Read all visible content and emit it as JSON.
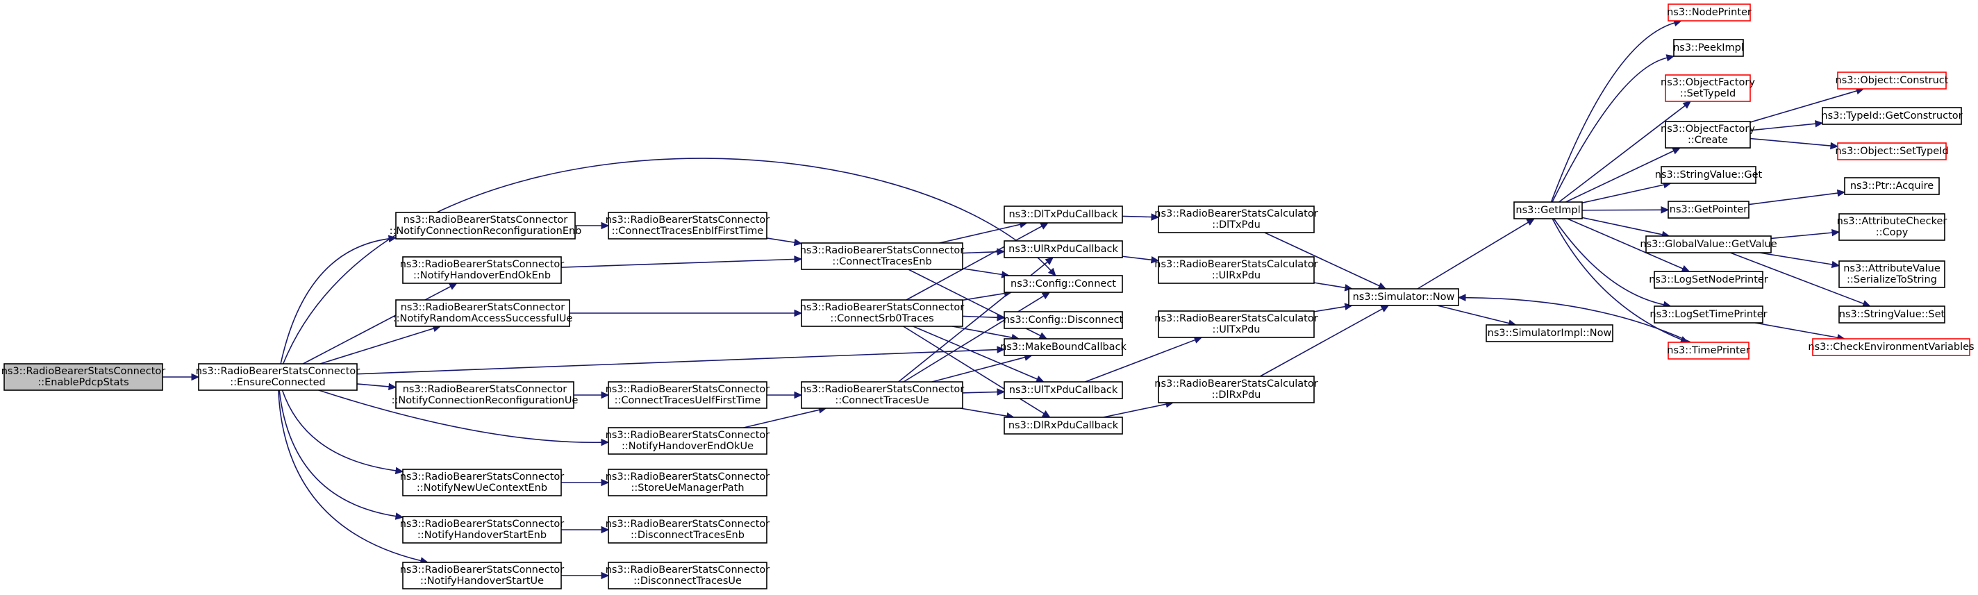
{
  "graph": {
    "title": "",
    "edge_color": "#191970",
    "root_fill": "#bfbfbf",
    "truncated_border_color": "#ff0000",
    "nodes": [
      {
        "id": "enablePdcp",
        "lines": [
          "ns3::RadioBearerStatsConnector",
          "::EnablePdcpStats"
        ],
        "kind": "root"
      },
      {
        "id": "ensure",
        "lines": [
          "ns3::RadioBearerStatsConnector",
          "::EnsureConnected"
        ],
        "kind": "normal"
      },
      {
        "id": "notifyConnRecEnb",
        "lines": [
          "ns3::RadioBearerStatsConnector",
          "::NotifyConnectionReconfigurationEnb"
        ],
        "kind": "normal"
      },
      {
        "id": "notifyHoEndEnb",
        "lines": [
          "ns3::RadioBearerStatsConnector",
          "::NotifyHandoverEndOkEnb"
        ],
        "kind": "normal"
      },
      {
        "id": "notifyRandAcc",
        "lines": [
          "ns3::RadioBearerStatsConnector",
          "::NotifyRandomAccessSuccessfulUe"
        ],
        "kind": "normal"
      },
      {
        "id": "notifyConnRecUe",
        "lines": [
          "ns3::RadioBearerStatsConnector",
          "::NotifyConnectionReconfigurationUe"
        ],
        "kind": "normal"
      },
      {
        "id": "notifyNewUe",
        "lines": [
          "ns3::RadioBearerStatsConnector",
          "::NotifyNewUeContextEnb"
        ],
        "kind": "normal"
      },
      {
        "id": "notifyHoStartEnb",
        "lines": [
          "ns3::RadioBearerStatsConnector",
          "::NotifyHandoverStartEnb"
        ],
        "kind": "normal"
      },
      {
        "id": "notifyHoStartUe",
        "lines": [
          "ns3::RadioBearerStatsConnector",
          "::NotifyHandoverStartUe"
        ],
        "kind": "normal"
      },
      {
        "id": "connEnbIf",
        "lines": [
          "ns3::RadioBearerStatsConnector",
          "::ConnectTracesEnbIfFirstTime"
        ],
        "kind": "normal"
      },
      {
        "id": "connUeIf",
        "lines": [
          "ns3::RadioBearerStatsConnector",
          "::ConnectTracesUeIfFirstTime"
        ],
        "kind": "normal"
      },
      {
        "id": "notifyHoEndUe",
        "lines": [
          "ns3::RadioBearerStatsConnector",
          "::NotifyHandoverEndOkUe"
        ],
        "kind": "normal"
      },
      {
        "id": "storeUe",
        "lines": [
          "ns3::RadioBearerStatsConnector",
          "::StoreUeManagerPath"
        ],
        "kind": "normal"
      },
      {
        "id": "discEnb",
        "lines": [
          "ns3::RadioBearerStatsConnector",
          "::DisconnectTracesEnb"
        ],
        "kind": "normal"
      },
      {
        "id": "discUe",
        "lines": [
          "ns3::RadioBearerStatsConnector",
          "::DisconnectTracesUe"
        ],
        "kind": "normal"
      },
      {
        "id": "connEnb",
        "lines": [
          "ns3::RadioBearerStatsConnector",
          "::ConnectTracesEnb"
        ],
        "kind": "normal"
      },
      {
        "id": "connSrb0",
        "lines": [
          "ns3::RadioBearerStatsConnector",
          "::ConnectSrb0Traces"
        ],
        "kind": "normal"
      },
      {
        "id": "connUe",
        "lines": [
          "ns3::RadioBearerStatsConnector",
          "::ConnectTracesUe"
        ],
        "kind": "normal"
      },
      {
        "id": "dlTxCb",
        "lines": [
          "ns3::DlTxPduCallback"
        ],
        "kind": "normal"
      },
      {
        "id": "ulRxCb",
        "lines": [
          "ns3::UlRxPduCallback"
        ],
        "kind": "normal"
      },
      {
        "id": "cfgConnect",
        "lines": [
          "ns3::Config::Connect"
        ],
        "kind": "normal"
      },
      {
        "id": "cfgDisconnect",
        "lines": [
          "ns3::Config::Disconnect"
        ],
        "kind": "normal"
      },
      {
        "id": "makeBound",
        "lines": [
          "ns3::MakeBoundCallback"
        ],
        "kind": "normal"
      },
      {
        "id": "ulTxCb",
        "lines": [
          "ns3::UlTxPduCallback"
        ],
        "kind": "normal"
      },
      {
        "id": "dlRxCb",
        "lines": [
          "ns3::DlRxPduCallback"
        ],
        "kind": "normal"
      },
      {
        "id": "calcDlTx",
        "lines": [
          "ns3::RadioBearerStatsCalculator",
          "::DlTxPdu"
        ],
        "kind": "normal"
      },
      {
        "id": "calcUlRx",
        "lines": [
          "ns3::RadioBearerStatsCalculator",
          "::UlRxPdu"
        ],
        "kind": "normal"
      },
      {
        "id": "calcUlTx",
        "lines": [
          "ns3::RadioBearerStatsCalculator",
          "::UlTxPdu"
        ],
        "kind": "normal"
      },
      {
        "id": "calcDlRx",
        "lines": [
          "ns3::RadioBearerStatsCalculator",
          "::DlRxPdu"
        ],
        "kind": "normal"
      },
      {
        "id": "simNow",
        "lines": [
          "ns3::Simulator::Now"
        ],
        "kind": "normal"
      },
      {
        "id": "simImplNow",
        "lines": [
          "ns3::SimulatorImpl::Now"
        ],
        "kind": "normal"
      },
      {
        "id": "getImpl",
        "lines": [
          "ns3::GetImpl"
        ],
        "kind": "normal"
      },
      {
        "id": "nodePrinter",
        "lines": [
          "ns3::NodePrinter"
        ],
        "kind": "trunc"
      },
      {
        "id": "peekImpl",
        "lines": [
          "ns3::PeekImpl"
        ],
        "kind": "normal"
      },
      {
        "id": "ofSetTypeId",
        "lines": [
          "ns3::ObjectFactory",
          "::SetTypeId"
        ],
        "kind": "trunc"
      },
      {
        "id": "ofCreate",
        "lines": [
          "ns3::ObjectFactory",
          "::Create"
        ],
        "kind": "normal"
      },
      {
        "id": "strValGet",
        "lines": [
          "ns3::StringValue::Get"
        ],
        "kind": "normal"
      },
      {
        "id": "getPointer",
        "lines": [
          "ns3::GetPointer"
        ],
        "kind": "normal"
      },
      {
        "id": "gvGetValue",
        "lines": [
          "ns3::GlobalValue::GetValue"
        ],
        "kind": "normal"
      },
      {
        "id": "logSetNode",
        "lines": [
          "ns3::LogSetNodePrinter"
        ],
        "kind": "normal"
      },
      {
        "id": "logSetTime",
        "lines": [
          "ns3::LogSetTimePrinter"
        ],
        "kind": "normal"
      },
      {
        "id": "timePrinter",
        "lines": [
          "ns3::TimePrinter"
        ],
        "kind": "trunc"
      },
      {
        "id": "objConstruct",
        "lines": [
          "ns3::Object::Construct"
        ],
        "kind": "trunc"
      },
      {
        "id": "tidGetCtor",
        "lines": [
          "ns3::TypeId::GetConstructor"
        ],
        "kind": "normal"
      },
      {
        "id": "objSetTypeId",
        "lines": [
          "ns3::Object::SetTypeId"
        ],
        "kind": "trunc"
      },
      {
        "id": "ptrAcquire",
        "lines": [
          "ns3::Ptr::Acquire"
        ],
        "kind": "normal"
      },
      {
        "id": "attrCheckerCopy",
        "lines": [
          "ns3::AttributeChecker",
          "::Copy"
        ],
        "kind": "normal"
      },
      {
        "id": "attrValSer",
        "lines": [
          "ns3::AttributeValue",
          "::SerializeToString"
        ],
        "kind": "normal"
      },
      {
        "id": "strValSet",
        "lines": [
          "ns3::StringValue::Set"
        ],
        "kind": "normal"
      },
      {
        "id": "checkEnv",
        "lines": [
          "ns3::CheckEnvironmentVariables"
        ],
        "kind": "trunc"
      }
    ],
    "edges": [
      [
        "enablePdcp",
        "ensure"
      ],
      [
        "ensure",
        "notifyConnRecEnb"
      ],
      [
        "ensure",
        "notifyHoEndEnb"
      ],
      [
        "ensure",
        "notifyRandAcc"
      ],
      [
        "ensure",
        "notifyConnRecUe"
      ],
      [
        "ensure",
        "notifyNewUe"
      ],
      [
        "ensure",
        "notifyHoStartEnb"
      ],
      [
        "ensure",
        "notifyHoStartUe"
      ],
      [
        "ensure",
        "notifyHoEndUe"
      ],
      [
        "ensure",
        "cfgConnect"
      ],
      [
        "ensure",
        "makeBound"
      ],
      [
        "notifyConnRecEnb",
        "connEnbIf"
      ],
      [
        "notifyHoEndEnb",
        "connEnb"
      ],
      [
        "notifyRandAcc",
        "connSrb0"
      ],
      [
        "notifyConnRecUe",
        "connUeIf"
      ],
      [
        "notifyHoEndUe",
        "connUe"
      ],
      [
        "notifyNewUe",
        "storeUe"
      ],
      [
        "notifyHoStartEnb",
        "discEnb"
      ],
      [
        "notifyHoStartUe",
        "discUe"
      ],
      [
        "connEnbIf",
        "connEnb"
      ],
      [
        "connUeIf",
        "connUe"
      ],
      [
        "connEnb",
        "dlTxCb"
      ],
      [
        "connEnb",
        "ulRxCb"
      ],
      [
        "connEnb",
        "cfgConnect"
      ],
      [
        "connEnb",
        "makeBound"
      ],
      [
        "connSrb0",
        "dlTxCb"
      ],
      [
        "connSrb0",
        "cfgConnect"
      ],
      [
        "connSrb0",
        "cfgDisconnect"
      ],
      [
        "connSrb0",
        "makeBound"
      ],
      [
        "connSrb0",
        "ulTxCb"
      ],
      [
        "connSrb0",
        "dlRxCb"
      ],
      [
        "connUe",
        "ulRxCb"
      ],
      [
        "connUe",
        "cfgConnect"
      ],
      [
        "connUe",
        "makeBound"
      ],
      [
        "connUe",
        "ulTxCb"
      ],
      [
        "connUe",
        "dlRxCb"
      ],
      [
        "dlTxCb",
        "calcDlTx"
      ],
      [
        "ulRxCb",
        "calcUlRx"
      ],
      [
        "ulTxCb",
        "calcUlTx"
      ],
      [
        "dlRxCb",
        "calcDlRx"
      ],
      [
        "calcDlTx",
        "simNow"
      ],
      [
        "calcUlRx",
        "simNow"
      ],
      [
        "calcUlTx",
        "simNow"
      ],
      [
        "calcDlRx",
        "simNow"
      ],
      [
        "simNow",
        "getImpl"
      ],
      [
        "simNow",
        "simImplNow"
      ],
      [
        "getImpl",
        "nodePrinter"
      ],
      [
        "getImpl",
        "peekImpl"
      ],
      [
        "getImpl",
        "ofSetTypeId"
      ],
      [
        "getImpl",
        "ofCreate"
      ],
      [
        "getImpl",
        "strValGet"
      ],
      [
        "getImpl",
        "getPointer"
      ],
      [
        "getImpl",
        "gvGetValue"
      ],
      [
        "getImpl",
        "logSetNode"
      ],
      [
        "getImpl",
        "logSetTime"
      ],
      [
        "getImpl",
        "timePrinter"
      ],
      [
        "ofCreate",
        "objConstruct"
      ],
      [
        "ofCreate",
        "tidGetCtor"
      ],
      [
        "ofCreate",
        "objSetTypeId"
      ],
      [
        "getPointer",
        "ptrAcquire"
      ],
      [
        "gvGetValue",
        "attrCheckerCopy"
      ],
      [
        "gvGetValue",
        "attrValSer"
      ],
      [
        "gvGetValue",
        "strValSet"
      ],
      [
        "logSetTime",
        "checkEnv"
      ],
      [
        "timePrinter",
        "simNow"
      ]
    ]
  }
}
